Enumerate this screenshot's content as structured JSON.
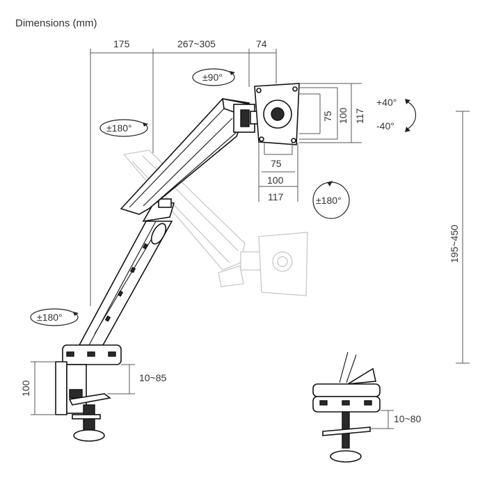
{
  "title": "Dimensions (mm)",
  "dimensions": {
    "top_arm_1": "175",
    "top_arm_2": "267~305",
    "top_arm_3": "74",
    "vesa_h_75": "75",
    "vesa_h_100": "100",
    "vesa_h_117": "117",
    "vesa_w_75": "75",
    "vesa_w_100": "100",
    "vesa_w_117": "117",
    "height_range": "195~450",
    "clamp_height": "100",
    "clamp_range": "10~85",
    "grommet_range": "10~80"
  },
  "rotations": {
    "tilt_up": "+40°",
    "tilt_down": "-40°",
    "head_swivel": "±90°",
    "elbow_swivel": "±180°",
    "base_swivel": "±180°",
    "screen_rotate": "±180°"
  },
  "colors": {
    "line": "#111111",
    "ghost": "#c8c8c8",
    "text": "#333333"
  }
}
